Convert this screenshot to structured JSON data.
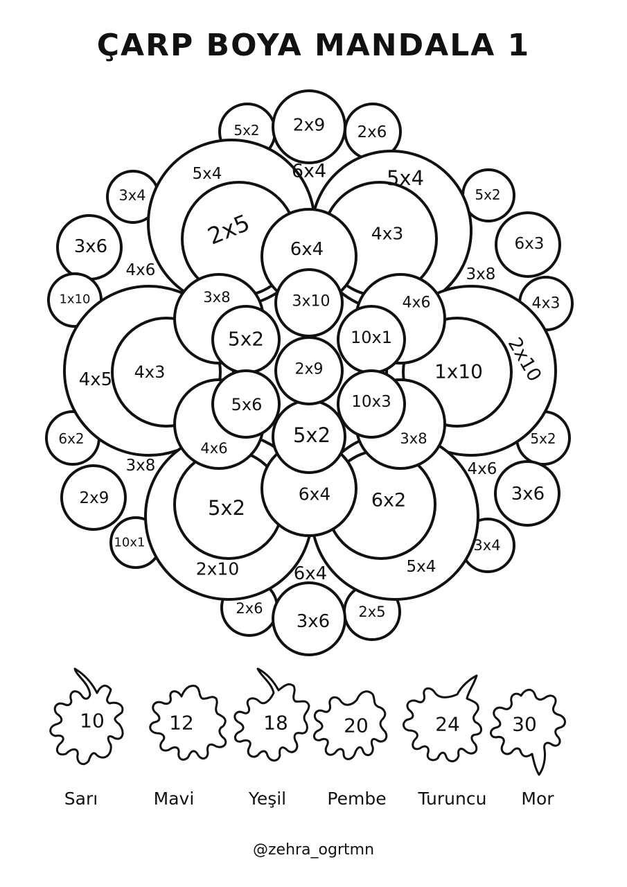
{
  "title": "ÇARP BOYA MANDALA 1",
  "stroke_color": "#111111",
  "fill_color": "#ffffff",
  "mandala_cells": [
    "2x9",
    "5x2",
    "2x6",
    "6x4",
    "5x4",
    "5x4",
    "2x5",
    "4x3",
    "6x4",
    "3x4",
    "3x6",
    "4x6",
    "1x10",
    "5x2",
    "6x3",
    "3x8",
    "4x3",
    "3x8",
    "3x10",
    "4x6",
    "5x2",
    "10x1",
    "2x9",
    "5x6",
    "10x3",
    "5x2",
    "4x5",
    "4x3",
    "1x10",
    "2x10",
    "6x2",
    "2x9",
    "3x8",
    "10x1",
    "5x2",
    "3x6",
    "4x6",
    "3x4",
    "4x6",
    "3x8",
    "5x2",
    "6x4",
    "6x2",
    "2x10",
    "6x4",
    "5x4",
    "2x6",
    "3x6",
    "2x5"
  ],
  "color_key": [
    {
      "value": "10",
      "color_name": "Sarı"
    },
    {
      "value": "12",
      "color_name": "Mavi"
    },
    {
      "value": "18",
      "color_name": "Yeşil"
    },
    {
      "value": "20",
      "color_name": "Pembe"
    },
    {
      "value": "24",
      "color_name": "Turuncu"
    },
    {
      "value": "30",
      "color_name": "Mor"
    }
  ],
  "credit": "@zehra_ogrtmn"
}
